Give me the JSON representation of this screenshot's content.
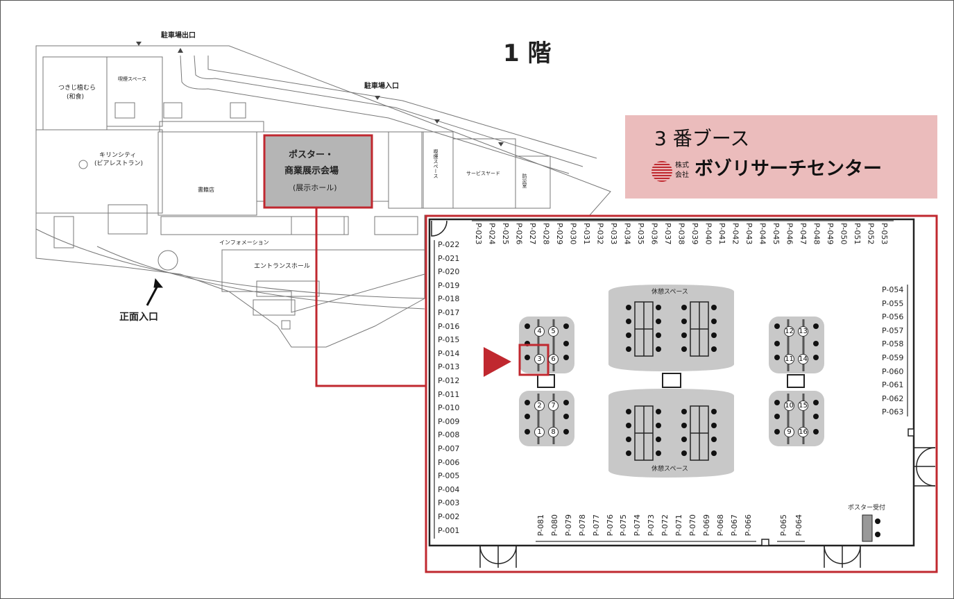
{
  "floor_title": "1 階",
  "building_labels": {
    "parking_exit": "駐車場出口",
    "parking_entrance": "駐車場入口",
    "tsukiji": "つきじ植むら",
    "tsukiji_sub": "(和食)",
    "smoking": "喫煙スペース",
    "kirin": "キリンシティ",
    "kirin_sub": "(ビアレストラン)",
    "bookstore": "書籍店",
    "info": "インフォメーション",
    "entrance_hall": "エントランスホール",
    "front_entrance": "正面入口",
    "service_yard": "サービスヤード",
    "disaster_room": "防災室",
    "smoking2": "喫煙スペース"
  },
  "hall_box": {
    "line1": "ポスター・",
    "line2": "商業展示会場",
    "line3": "(展示ホール)"
  },
  "callout": {
    "booth_no": "3 番ブース",
    "company_prefix_1": "株式",
    "company_prefix_2": "会社",
    "company_name": "ボゾリサーチセンター"
  },
  "hall": {
    "rest_space_top": "休憩スペース",
    "rest_space_bottom": "休憩スペース",
    "poster_reception": "ポスター受付",
    "top_posters": [
      "P-023",
      "P-024",
      "P-025",
      "P-026",
      "P-027",
      "P-028",
      "P-029",
      "P-030",
      "P-031",
      "P-032",
      "P-033",
      "P-034",
      "P-035",
      "P-036",
      "P-037",
      "P-038",
      "P-039",
      "P-040",
      "P-041",
      "P-042",
      "P-043",
      "P-044",
      "P-045",
      "P-046",
      "P-047",
      "P-048",
      "P-049",
      "P-050",
      "P-051",
      "P-052",
      "P-053"
    ],
    "left_posters": [
      "P-022",
      "P-021",
      "P-020",
      "P-019",
      "P-018",
      "P-017",
      "P-016",
      "P-015",
      "P-014",
      "P-013",
      "P-012",
      "P-011",
      "P-010",
      "P-009",
      "P-008",
      "P-007",
      "P-006",
      "P-005",
      "P-004",
      "P-003",
      "P-002",
      "P-001"
    ],
    "right_posters": [
      "P-054",
      "P-055",
      "P-056",
      "P-057",
      "P-058",
      "P-059",
      "P-060",
      "P-061",
      "P-062",
      "P-063"
    ],
    "bottom_posters": [
      "P-081",
      "P-080",
      "P-079",
      "P-078",
      "P-077",
      "P-076",
      "P-075",
      "P-074",
      "P-073",
      "P-072",
      "P-071",
      "P-070",
      "P-069",
      "P-068",
      "P-067",
      "P-066"
    ],
    "bottom_posters_right": [
      "P-065",
      "P-064"
    ],
    "booths": [
      "1",
      "2",
      "3",
      "4",
      "5",
      "6",
      "7",
      "8",
      "9",
      "10",
      "11",
      "12",
      "13",
      "14",
      "15",
      "16"
    ]
  },
  "colors": {
    "highlight_red": "#c0282f",
    "callout_bg": "#ebbcbc",
    "island_gray": "#c8c8c8",
    "hall_gray": "#b5b5b5"
  }
}
